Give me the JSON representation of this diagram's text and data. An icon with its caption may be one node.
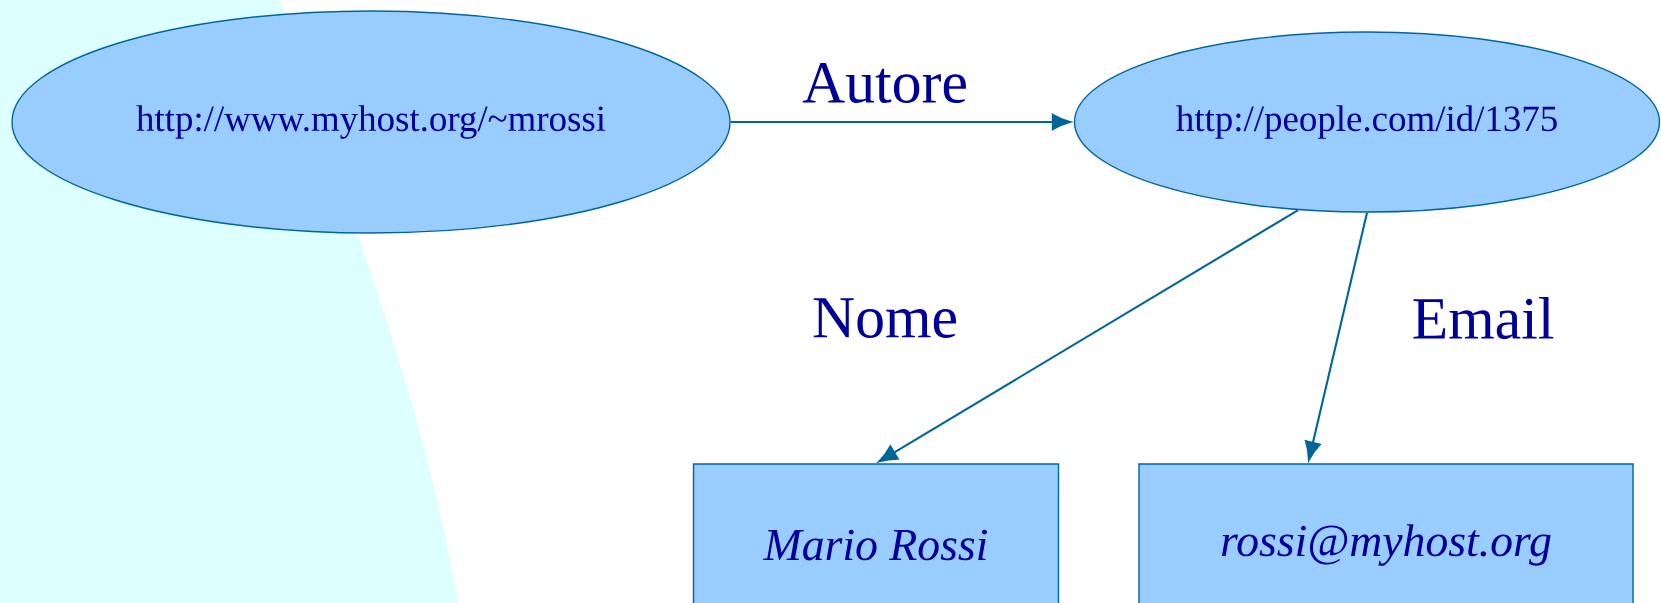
{
  "diagram": {
    "nodes": [
      {
        "text": [
          "http://www.myhost.org/~mrossi"
        ]
      },
      {
        "text": [
          "http://people.com/id/1375"
        ]
      },
      {
        "text": [
          "Mario Rossi"
        ]
      },
      {
        "text": [
          "rossi@myhost.org"
        ]
      }
    ],
    "edges": [
      {
        "from": 0,
        "to": 1,
        "arrow": "to",
        "label": "Autore"
      },
      {
        "from": 1,
        "to": 2,
        "arrow": "to",
        "label": "Nome"
      },
      {
        "from": 1,
        "to": 3,
        "arrow": "to",
        "label": "Email"
      }
    ]
  }
}
